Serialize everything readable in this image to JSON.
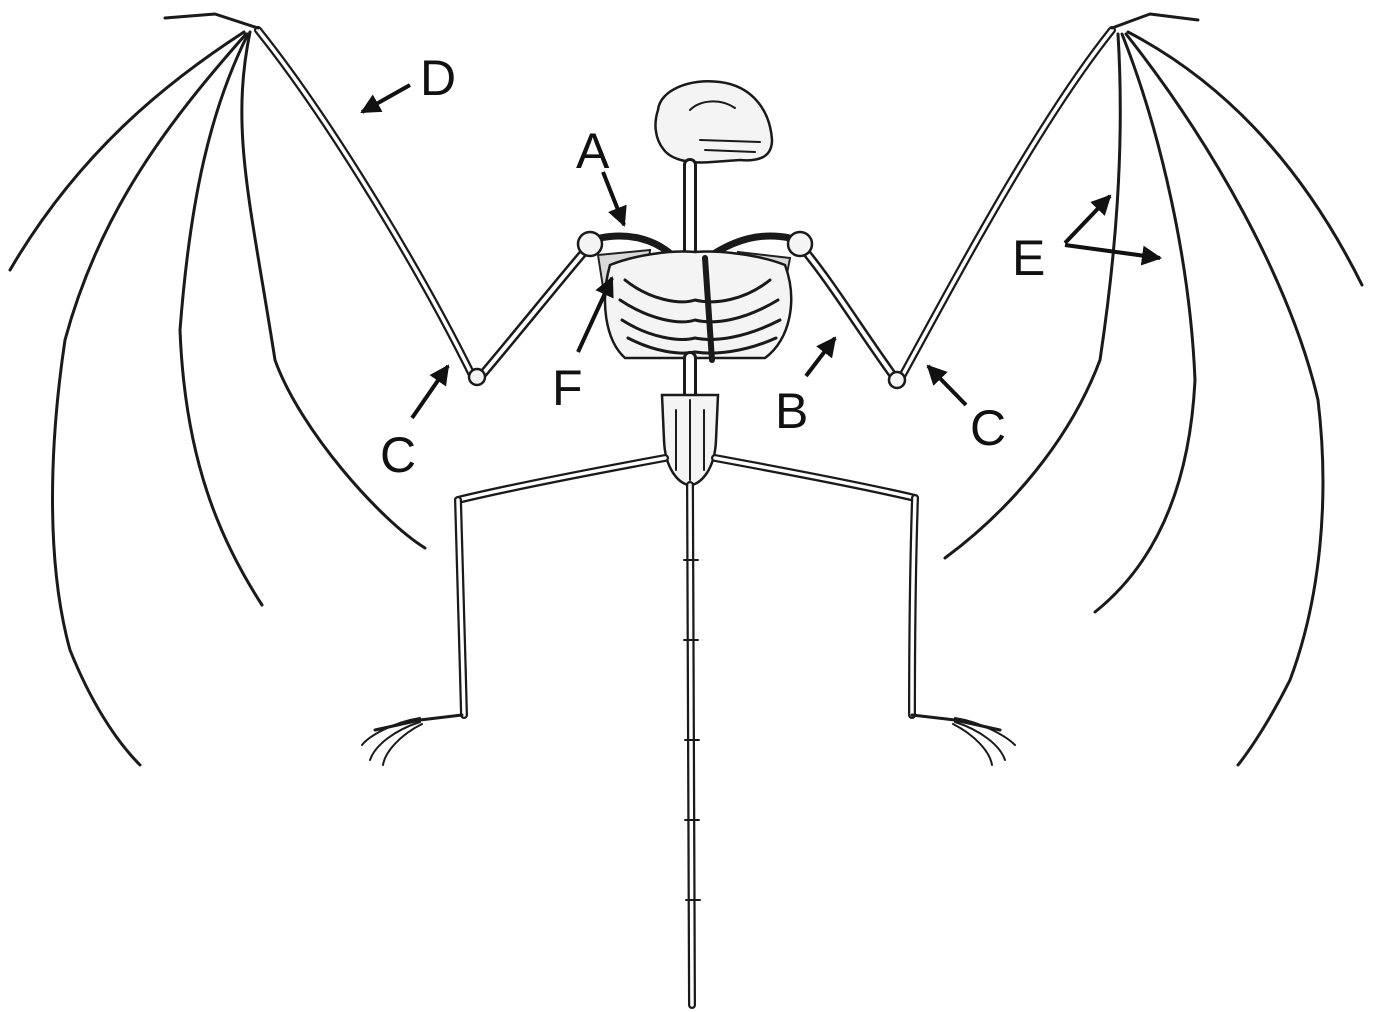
{
  "labels": {
    "A": "A",
    "B": "B",
    "C_left": "C",
    "C_right": "C",
    "D": "D",
    "E": "E",
    "F": "F"
  }
}
